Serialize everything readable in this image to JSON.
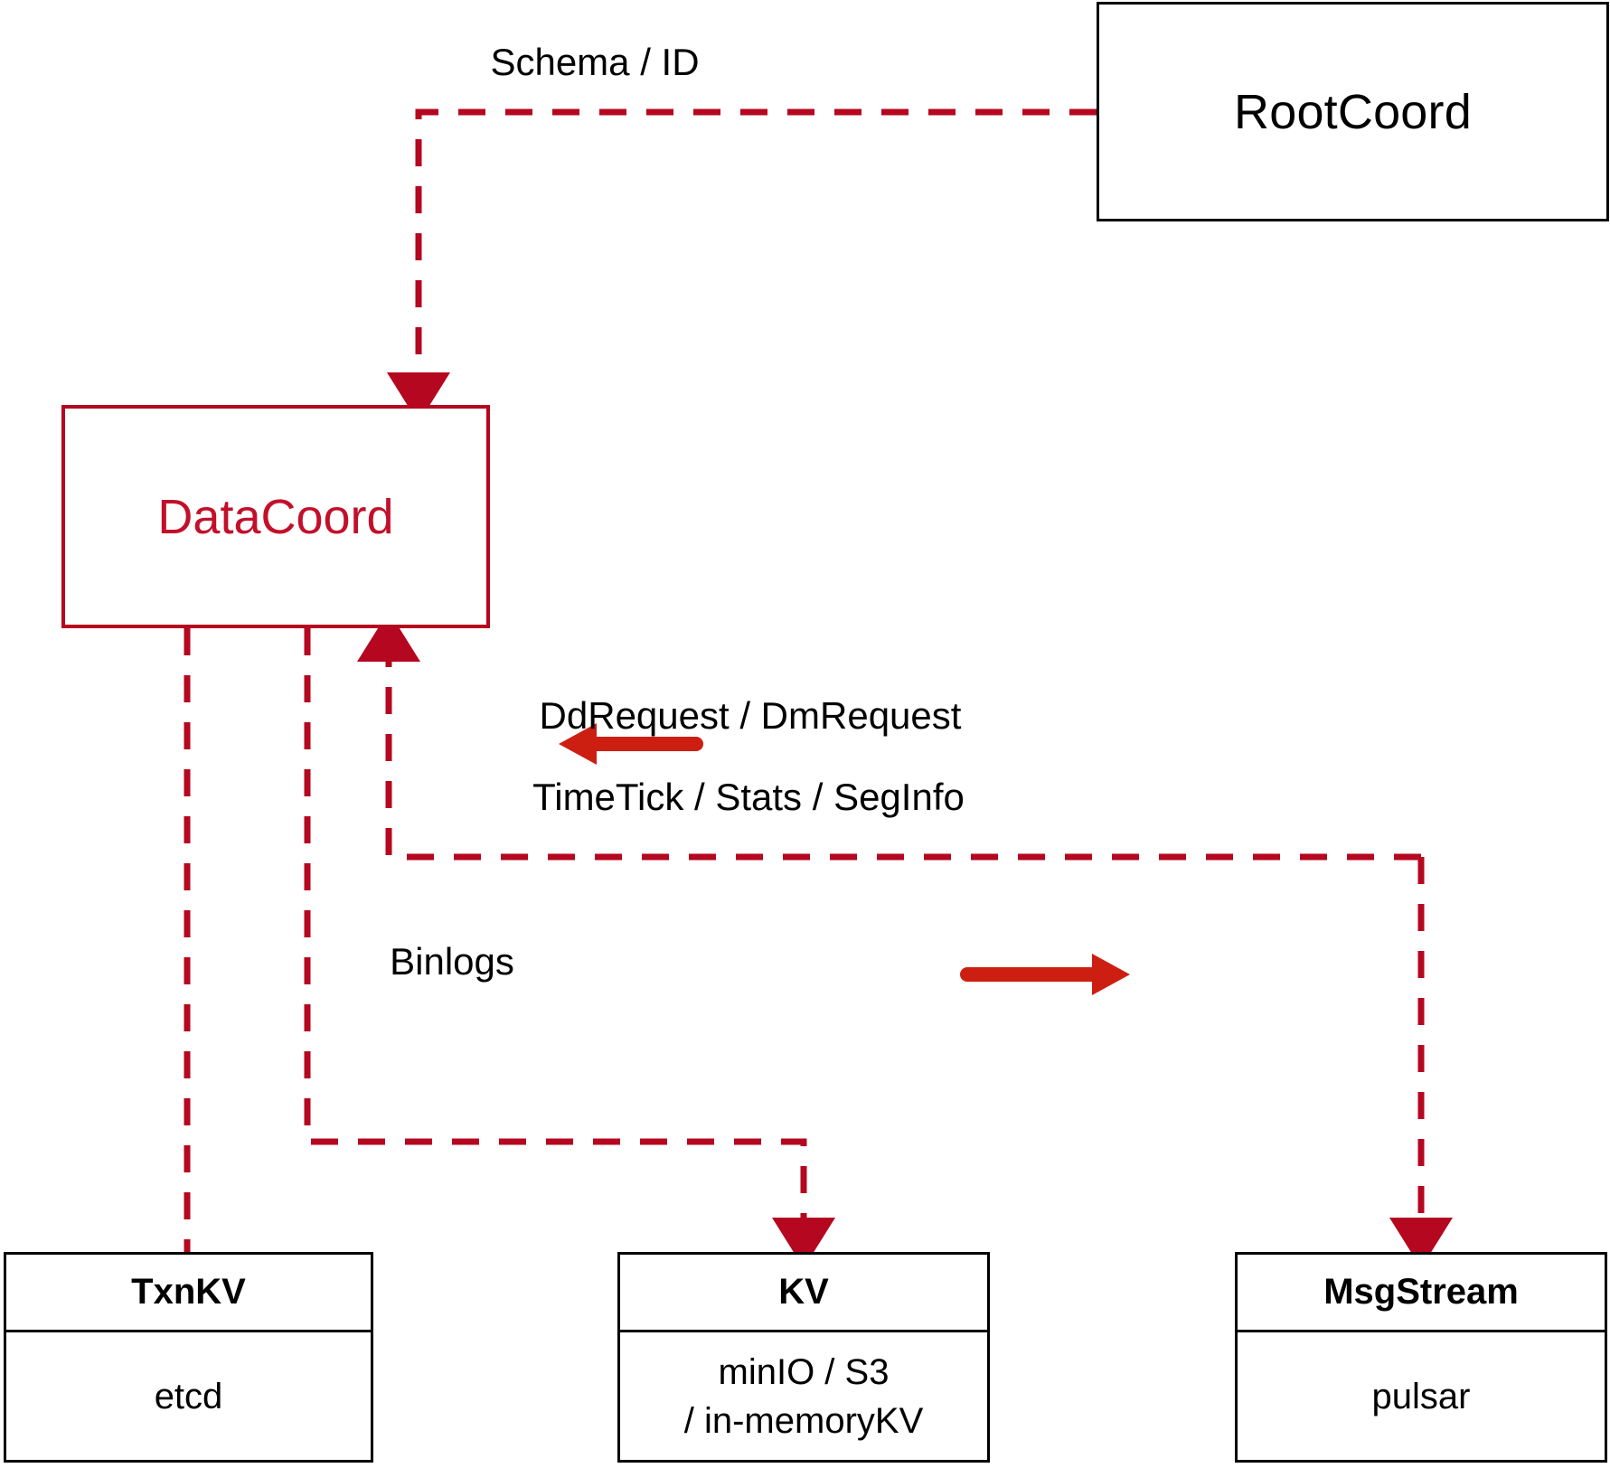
{
  "diagram": {
    "title": "DataCoord architecture",
    "colors": {
      "accent_red": "#c3102a",
      "dash_red": "#b5071f",
      "arrow_red": "#cc1f12",
      "black": "#000000",
      "background": "#ffffff"
    },
    "nodes": [
      {
        "id": "rootcoord",
        "label": "RootCoord",
        "style": "plain"
      },
      {
        "id": "datacoord",
        "label": "DataCoord",
        "style": "accent"
      },
      {
        "id": "txnkv",
        "title": "TxnKV",
        "lines": [
          "etcd"
        ],
        "style": "split"
      },
      {
        "id": "kv",
        "title": "KV",
        "lines": [
          "minIO / S3",
          "/ in-memoryKV"
        ],
        "style": "split"
      },
      {
        "id": "msgstream",
        "title": "MsgStream",
        "lines": [
          "pulsar"
        ],
        "style": "split"
      }
    ],
    "edge_labels": [
      {
        "id": "schema-id",
        "text": "Schema / ID"
      },
      {
        "id": "dd-dm-request",
        "text": "DdRequest / DmRequest"
      },
      {
        "id": "timetick-stats-seginfo",
        "text": "TimeTick / Stats / SegInfo"
      },
      {
        "id": "binlogs",
        "text": "Binlogs"
      }
    ],
    "direction_arrows": [
      {
        "id": "inbound-arrow",
        "direction": "left"
      },
      {
        "id": "outbound-arrow",
        "direction": "right"
      }
    ]
  }
}
